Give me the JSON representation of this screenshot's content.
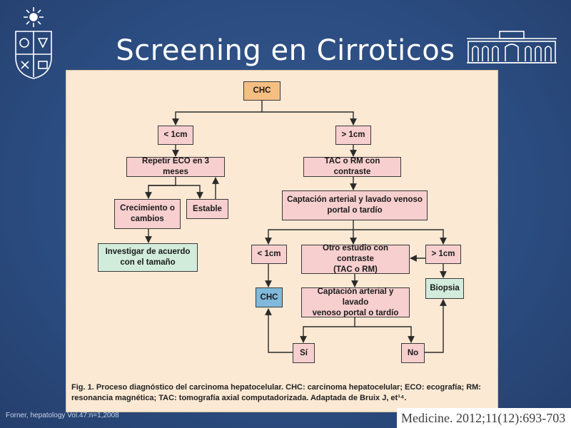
{
  "slide": {
    "title": "Screening en Cirroticos",
    "source_left": "Forner, hepatology Vol.47:n=1,2008",
    "source_right": "Medicine. 2012;11(12):693-703"
  },
  "colors": {
    "background": "#2d4f86",
    "panel": "#fbe9d4",
    "orange": "#f6bf82",
    "pink": "#f7cfcf",
    "green": "#d2ecdc",
    "blue": "#7fb9db"
  },
  "flowchart": {
    "nodes": {
      "chc_top": "CHC",
      "lt1_top": "< 1cm",
      "gt1_top": "> 1cm",
      "repetir": "Repetir ECO en 3 meses",
      "tac_rm": "TAC o RM con contraste",
      "crecimiento": "Crecimiento o\ncambios",
      "estable": "Estable",
      "captacion1": "Captación arterial y lavado venoso\nportal o tardío",
      "investigar": "Investigar de acuerdo\ncon el tamaño",
      "lt1_mid": "< 1cm",
      "otro": "Otro estudio con contraste\n(TAC o RM)",
      "gt1_mid": "> 1cm",
      "chc_bottom": "CHC",
      "captacion2": "Captación arterial y lavado\nvenoso portal o tardío",
      "biopsia": "Biopsia",
      "si": "Sí",
      "no": "No"
    },
    "caption": "Fig. 1. Proceso diagnóstico del carcinoma hepatocelular. CHC: carcinoma hepatocelular; ECO: ecografía; RM: resonancia magnética; TAC: tomografía axial computadorizada. Adaptada de Bruix J, et¹⁴."
  }
}
